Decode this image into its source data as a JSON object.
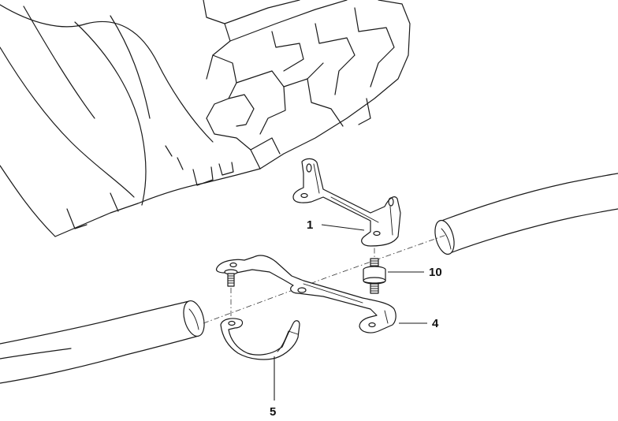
{
  "diagram": {
    "callouts": [
      {
        "id": "part-1",
        "label": "1"
      },
      {
        "id": "part-10",
        "label": "10"
      },
      {
        "id": "part-4",
        "label": "4"
      },
      {
        "id": "part-5",
        "label": "5"
      }
    ]
  },
  "colors": {
    "line": "#1a1a1a",
    "background": "#ffffff"
  }
}
